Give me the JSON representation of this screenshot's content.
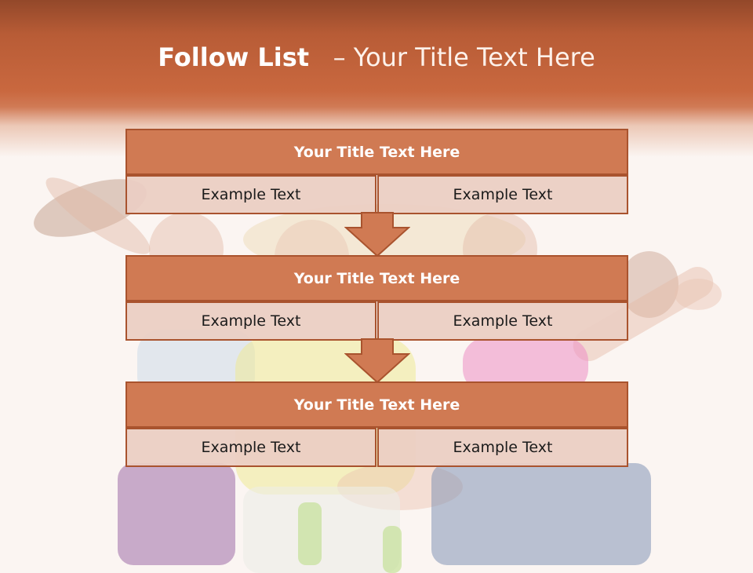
{
  "slide": {
    "title_bold": "Follow List",
    "title_rest": "– Your Title Text Here"
  },
  "blocks": [
    {
      "title": "Your Title Text Here",
      "cells": [
        "Example Text",
        "Example Text"
      ]
    },
    {
      "title": "Your Title Text Here",
      "cells": [
        "Example Text",
        "Example Text"
      ]
    },
    {
      "title": "Your Title Text Here",
      "cells": [
        "Example Text",
        "Example Text"
      ]
    }
  ],
  "colors": {
    "accent": "#d07a53",
    "border": "#a9532e",
    "cell_fill": "#ebcdc3",
    "header_dark": "#93482a"
  }
}
